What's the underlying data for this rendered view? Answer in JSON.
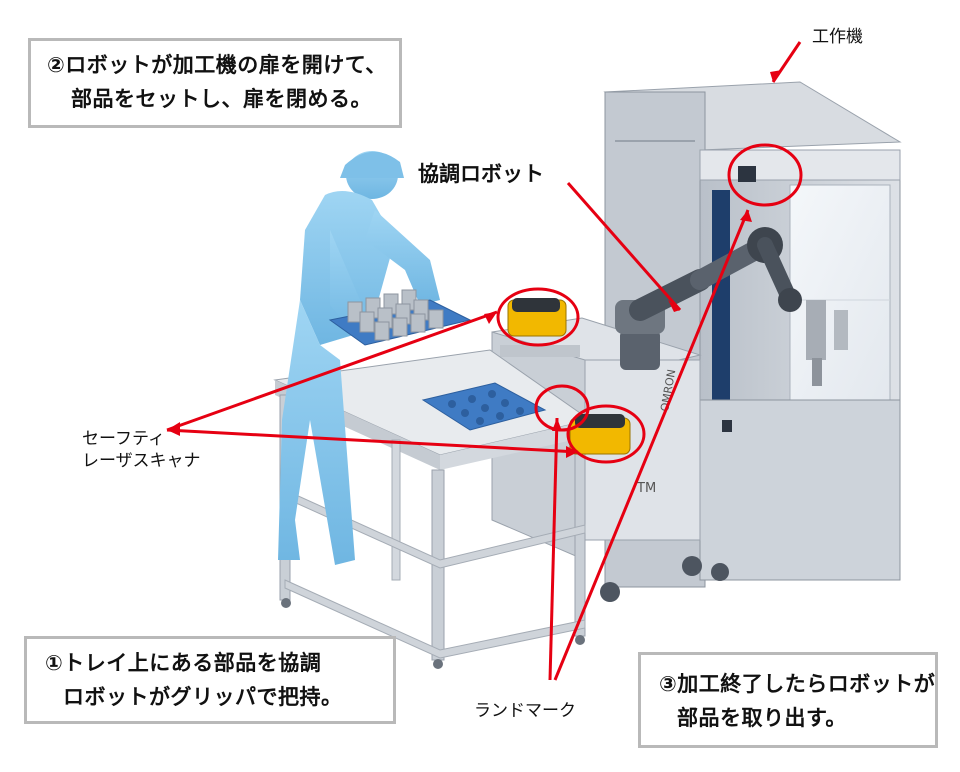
{
  "steps": {
    "step2": {
      "line1": "②ロボットが加工機の扉を開けて、",
      "line2": "部品をセットし、扉を閉める。"
    },
    "step1": {
      "line1": "①トレイ上にある部品を協調",
      "line2": "ロボットがグリッパで把持。"
    },
    "step3": {
      "line1": "③加工終了したらロボットが",
      "line2": "部品を取り出す。"
    }
  },
  "labels": {
    "machine_tool": "工作機",
    "cobot": "協調ロボット",
    "safety_scanner_line1": "セーフティ",
    "safety_scanner_line2": "レーザスキャナ",
    "landmark": "ランドマーク"
  },
  "equipment_text": {
    "brand": "OMRON",
    "model": "TM"
  },
  "colors": {
    "annotation_red": "#e60012",
    "operator_blue": "#8ec9ec",
    "box_border": "#b9b9b9",
    "cabinet_gray": "#c7cdd5",
    "frame_silver": "#d9dde2",
    "scanner_yellow": "#f2b800"
  }
}
